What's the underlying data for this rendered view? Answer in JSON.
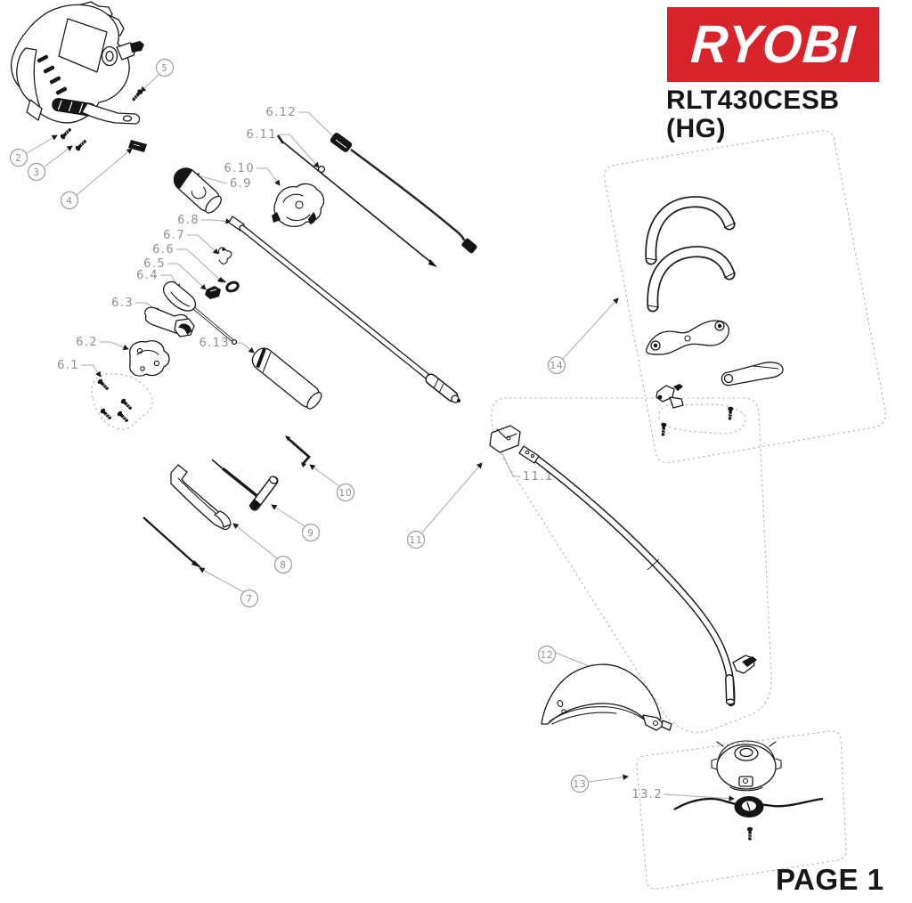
{
  "header": {
    "brand": "RYOBI",
    "model": "RLT430CESB",
    "variant": "(HG)"
  },
  "footer": {
    "page_label": "PAGE 1"
  },
  "colors": {
    "brand_red": "#d9232b",
    "line_black": "#1a1a1a",
    "callout_gray": "#8f8f8f"
  },
  "callouts": {
    "circled": {
      "c2": "2",
      "c3": "3",
      "c4": "4",
      "c5": "5",
      "c7": "7",
      "c8": "8",
      "c9": "9",
      "c10": "10",
      "c11": "11",
      "c12": "12",
      "c13": "13",
      "c14": "14"
    },
    "labels": {
      "l6_1": "6.1",
      "l6_2": "6.2",
      "l6_3": "6.3",
      "l6_4": "6.4",
      "l6_5": "6.5",
      "l6_6": "6.6",
      "l6_7": "6.7",
      "l6_8": "6.8",
      "l6_9": "6.9",
      "l6_10": "6.10",
      "l6_11": "6.11",
      "l6_12": "6.12",
      "l6_13": "6.13",
      "l11_1": "11.1",
      "l13_2": "13.2"
    }
  }
}
